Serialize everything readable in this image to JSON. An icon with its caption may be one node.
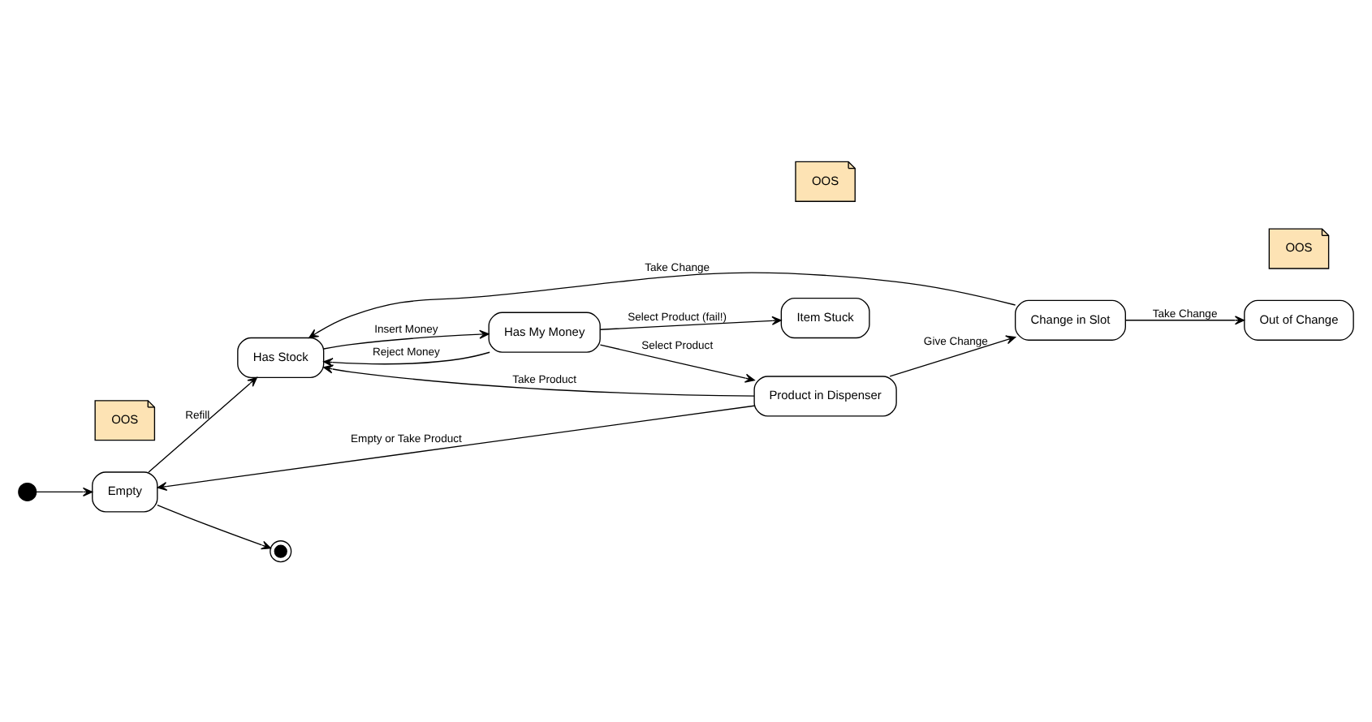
{
  "diagram": {
    "nodes": [
      {
        "text": [],
        "shape": "circle"
      },
      {
        "text": [
          "OOS"
        ]
      },
      {
        "text": [
          "Has Stock"
        ]
      },
      {
        "text": [
          "Empty"
        ]
      },
      {
        "text": [
          "Out of Change"
        ]
      },
      {
        "text": [
          "OOS"
        ]
      },
      {
        "text": [
          "Change in Slot"
        ]
      },
      {
        "text": [
          "Has My Money"
        ]
      },
      {
        "text": [],
        "shape": "circle"
      },
      {
        "text": [
          "Product in Dispenser"
        ]
      },
      {
        "text": [
          "Item Stuck"
        ]
      },
      {
        "text": [
          "OOS"
        ]
      }
    ],
    "edges": [
      {
        "from": 0,
        "to": 3,
        "arrow": "to"
      },
      {
        "from": 3,
        "to": 8,
        "arrow": "to"
      },
      {
        "from": 3,
        "to": 2,
        "arrow": "to",
        "label": "Refill"
      },
      {
        "from": 6,
        "to": 2,
        "arrow": "to",
        "label": "Take Change"
      },
      {
        "from": 6,
        "to": 4,
        "arrow": "to",
        "label": "Take Change"
      },
      {
        "from": 9,
        "to": 3,
        "arrow": "to",
        "label": "Empty or Take Product"
      },
      {
        "from": 9,
        "to": 6,
        "arrow": "to",
        "label": "Give Change"
      },
      {
        "from": 9,
        "to": 2,
        "arrow": "to",
        "label": "Take Product"
      },
      {
        "from": 7,
        "to": 2,
        "arrow": "to",
        "label": "Reject Money"
      },
      {
        "from": 2,
        "to": 7,
        "arrow": "to",
        "label": "Insert Money"
      },
      {
        "from": 7,
        "to": 9,
        "arrow": "to",
        "label": "Select Product"
      },
      {
        "from": 7,
        "to": 10,
        "arrow": "to",
        "label": "Select Product (fail!)"
      }
    ]
  }
}
